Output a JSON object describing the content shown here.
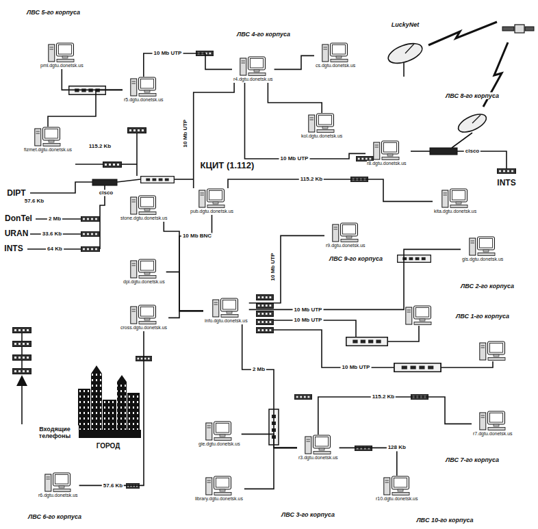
{
  "diagram": {
    "nodes": [
      {
        "text": [
          "pml.dgtu.donetsk.us"
        ]
      },
      {
        "text": [
          "r5.dgtu.donetsk.us"
        ]
      },
      {
        "text": [
          "r4.dgtu.donetsk.us"
        ]
      },
      {
        "text": [
          "cs.dgtu.donetsk.us"
        ]
      },
      {
        "text": [
          "kol.dgtu.donetsk.us"
        ]
      },
      {
        "text": [
          "fizmet.dgtu.donetsk.us"
        ]
      },
      {
        "text": [
          "r8.dgtu.donetsk.us"
        ]
      },
      {
        "text": [
          "kita.dgtu.donetsk.us"
        ]
      },
      {
        "text": [
          "stone.dgtu.donetsk.us"
        ]
      },
      {
        "text": [
          "pub.dgtu.donetsk.us"
        ]
      },
      {
        "text": [
          "r9.dgtu.donetsk.us"
        ]
      },
      {
        "text": [
          "gis.dgtu.donetsk.us"
        ]
      },
      {
        "text": [
          "dpi.dgtu.donetsk.us"
        ]
      },
      {
        "text": [
          "cross.dgtu.donetsk.us"
        ]
      },
      {
        "text": [
          "info.dgtu.donetsk.us"
        ]
      },
      {
        "text": [
          "gie.dgtu.donetsk.us"
        ]
      },
      {
        "text": [
          "r3.dgtu.donetsk.us"
        ]
      },
      {
        "text": [
          "r7.dgtu.donetsk.us"
        ]
      },
      {
        "text": [
          "r10.dgtu.donetsk.us"
        ]
      },
      {
        "text": [
          "library.dgtu.donetsk.us"
        ]
      },
      {
        "text": [
          "r6.dgtu.donetsk.us"
        ]
      }
    ],
    "edges": [
      {
        "from": 1,
        "to": 2,
        "arrow": "none",
        "label": "10 Mb UTP"
      },
      {
        "from": 2,
        "to": 3,
        "arrow": "none"
      },
      {
        "from": 2,
        "to": 4,
        "arrow": "none"
      },
      {
        "from": 2,
        "to": 6,
        "arrow": "none",
        "label": "10 Mb UTP"
      },
      {
        "from": 2,
        "to": 9,
        "arrow": "none",
        "label": "10 Mb UTP"
      },
      {
        "from": 0,
        "to": 1,
        "arrow": "none"
      },
      {
        "from": 5,
        "to": 1,
        "arrow": "none"
      },
      {
        "from": 9,
        "to": 7,
        "arrow": "none",
        "label": "115.2 Kb"
      },
      {
        "from": 9,
        "to": 14,
        "arrow": "none",
        "label": "10 Mb BNC"
      },
      {
        "from": 8,
        "to": 14,
        "arrow": "none"
      },
      {
        "from": 12,
        "to": 14,
        "arrow": "none"
      },
      {
        "from": 13,
        "to": 14,
        "arrow": "none"
      },
      {
        "from": 14,
        "to": 10,
        "arrow": "none",
        "label": "10 Mb UTP"
      },
      {
        "from": 14,
        "to": 11,
        "arrow": "none",
        "label": "10 Mb UTP"
      },
      {
        "from": 14,
        "to": 16,
        "arrow": "none",
        "label": "2 Mb"
      },
      {
        "from": 15,
        "to": 16,
        "arrow": "none"
      },
      {
        "from": 19,
        "to": 16,
        "arrow": "none"
      },
      {
        "from": 16,
        "to": 17,
        "arrow": "none",
        "label": "115.2 Kb"
      },
      {
        "from": 16,
        "to": 18,
        "arrow": "none",
        "label": "128 Kb"
      },
      {
        "from": 13,
        "to": 20,
        "arrow": "none",
        "label": "57.6 Kb"
      }
    ],
    "labels": [
      "ЛВС 5-го корпуса",
      "ЛВС 4-го корпуса",
      "LuckyNet",
      "ЛВС 8-го корпуса",
      "115.2 Kb",
      "КЦИТ (1.112)",
      "cisco",
      "INTS",
      "DIPT",
      "57.6 Kb",
      "cisco",
      "DonTel",
      "2 Mb",
      "URAN",
      "33.6 Kb",
      "INTS",
      "64 Kb",
      "ЛВС 9-го корпуса",
      "ЛВС 2-го корпуса",
      "10 Mb UTP",
      "ЛВС 1-го корпуса",
      "10 Mb UTP",
      "Входящие телефоны",
      "ГОРОД",
      "ЛВС 7-го корпуса",
      "ЛВС 3-го корпуса",
      "ЛВС 10-го корпуса",
      "ЛВС 6-го корпуса"
    ]
  }
}
